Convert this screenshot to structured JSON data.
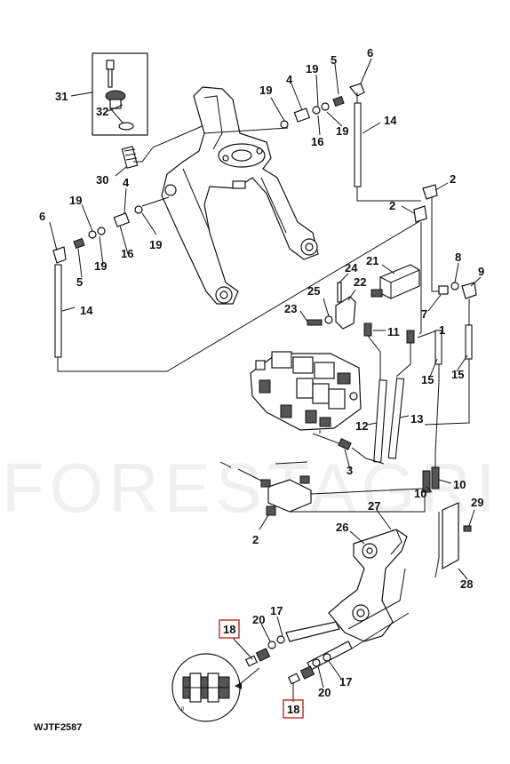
{
  "watermark": "FORESTAGRI",
  "figure_code": "WJTF2587",
  "highlight_color": "#c0392b",
  "callouts": {
    "c31": "31",
    "c32": "32",
    "c30": "30",
    "c19a": "19",
    "c4a": "4",
    "c19b": "19",
    "c5a": "5",
    "c6a": "6",
    "c16a": "16",
    "c19c": "19",
    "c14a": "14",
    "c2a": "2",
    "c2b": "2",
    "c19d": "19",
    "c4b": "4",
    "c6b": "6",
    "c19e": "19",
    "c16b": "16",
    "c19f": "19",
    "c5b": "5",
    "c14b": "14",
    "c24": "24",
    "c21": "21",
    "c8": "8",
    "c9": "9",
    "c25": "25",
    "c22": "22",
    "c23": "23",
    "c7": "7",
    "c11": "11",
    "c1": "1",
    "c15a": "15",
    "c15b": "15",
    "c12": "12",
    "c13": "13",
    "c3": "3",
    "c10a": "10",
    "c10b": "10",
    "c29": "29",
    "c2c": "2",
    "c27": "27",
    "c26": "26",
    "c28": "28",
    "c18a": "18",
    "c20a": "20",
    "c17a": "17",
    "c20b": "20",
    "c17b": "17",
    "c18b": "18"
  }
}
